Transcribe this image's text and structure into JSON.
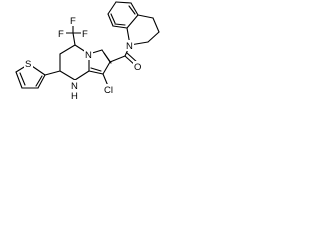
{
  "structure": {
    "atoms": {
      "f1": "F",
      "f2": "F",
      "f3": "F",
      "n_top": "N",
      "n_right": "N",
      "n_nh": "N",
      "h_nh": "H",
      "cl": "Cl",
      "o": "O",
      "s": "S"
    },
    "colors": {
      "bond": "#000000",
      "label": "#000000",
      "background": "#ffffff"
    }
  }
}
